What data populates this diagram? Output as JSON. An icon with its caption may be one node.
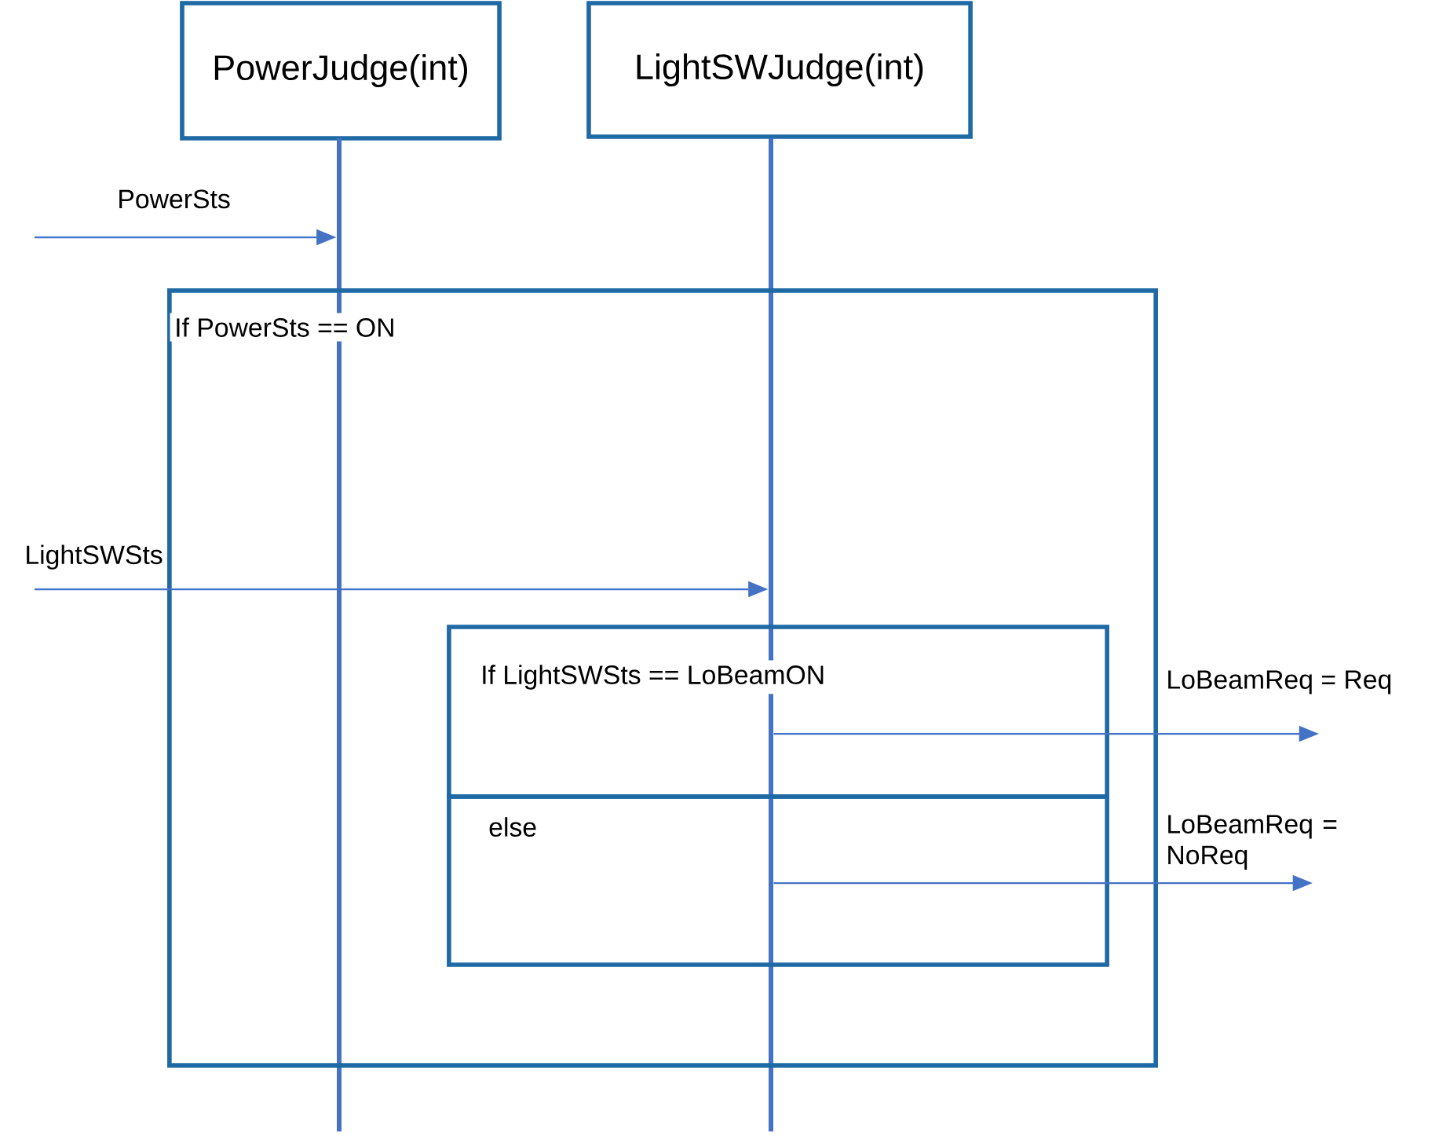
{
  "diagram": {
    "nodes": [
      {
        "text": [
          "PowerJudge(int)"
        ]
      },
      {
        "text": [
          "LightSWJudge(int)"
        ]
      },
      {
        "text": [],
        "shape": "bar"
      },
      {
        "text": [],
        "shape": "bar"
      },
      {
        "text": [
          "If PowerSts == ON"
        ]
      },
      {
        "text": [
          "If LightSWSts == LoBeamON"
        ],
        "in": 4
      },
      {
        "text": [
          "else"
        ],
        "in": 4
      }
    ],
    "edges": [
      {
        "from": null,
        "to": 2,
        "arrow": "to",
        "label": "PowerSts"
      },
      {
        "from": null,
        "to": 3,
        "arrow": "to",
        "label": "LightSWSts"
      },
      {
        "from": 3,
        "to": null,
        "arrow": "to",
        "label": "LoBeamReq = Req"
      },
      {
        "from": 3,
        "to": null,
        "arrow": "to",
        "label": "LoBeamReq = NoReq"
      }
    ]
  }
}
